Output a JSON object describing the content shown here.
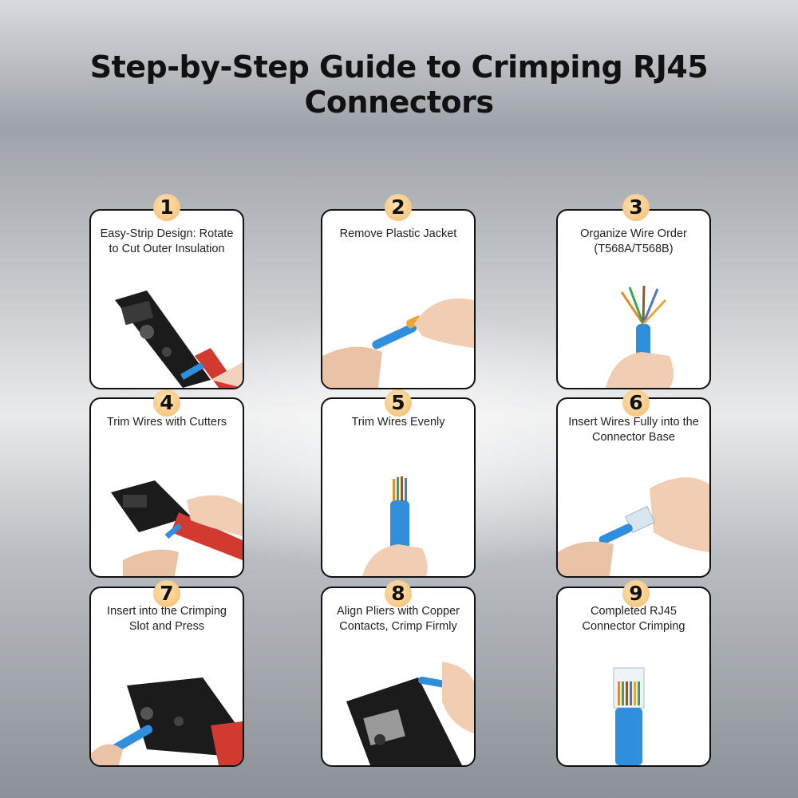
{
  "title": "Step-by-Step Guide to Crimping RJ45 Connectors",
  "colors": {
    "badge": "#f3bb6b",
    "cable_blue": "#2f8fdc",
    "tool_red": "#d23a2f",
    "tool_black": "#1b1b1b"
  },
  "steps": [
    {
      "number": "1",
      "label": "Easy-Strip Design: Rotate to Cut Outer Insulation",
      "icon": "crimping-tool-icon"
    },
    {
      "number": "2",
      "label": "Remove Plastic Jacket",
      "icon": "hands-cable-icon"
    },
    {
      "number": "3",
      "label": "Organize Wire Order (T568A/T568B)",
      "icon": "wire-fan-icon"
    },
    {
      "number": "4",
      "label": "Trim Wires with Cutters",
      "icon": "crimping-tool-icon"
    },
    {
      "number": "5",
      "label": "Trim Wires Evenly",
      "icon": "trimmed-wires-icon"
    },
    {
      "number": "6",
      "label": "Insert Wires Fully into the Connector Base",
      "icon": "connector-insert-icon"
    },
    {
      "number": "7",
      "label": "Insert into the Crimping Slot and Press",
      "icon": "crimping-tool-icon"
    },
    {
      "number": "8",
      "label": "Align Pliers with Copper Contacts, Crimp Firmly",
      "icon": "crimping-tool-icon"
    },
    {
      "number": "9",
      "label": "Completed RJ45 Connector Crimping",
      "icon": "rj45-connector-icon"
    }
  ]
}
